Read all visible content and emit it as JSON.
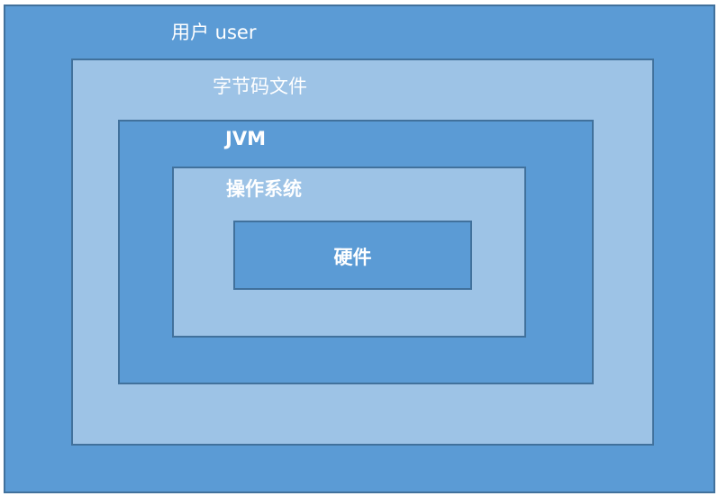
{
  "layers": {
    "user": "用户 user",
    "bytecode": "字节码文件",
    "jvm": "JVM",
    "os": "操作系统",
    "hardware": "硬件"
  },
  "colors": {
    "dark": "#5b9bd5",
    "light": "#9dc3e6",
    "border": "#41719c",
    "text": "#ffffff"
  }
}
